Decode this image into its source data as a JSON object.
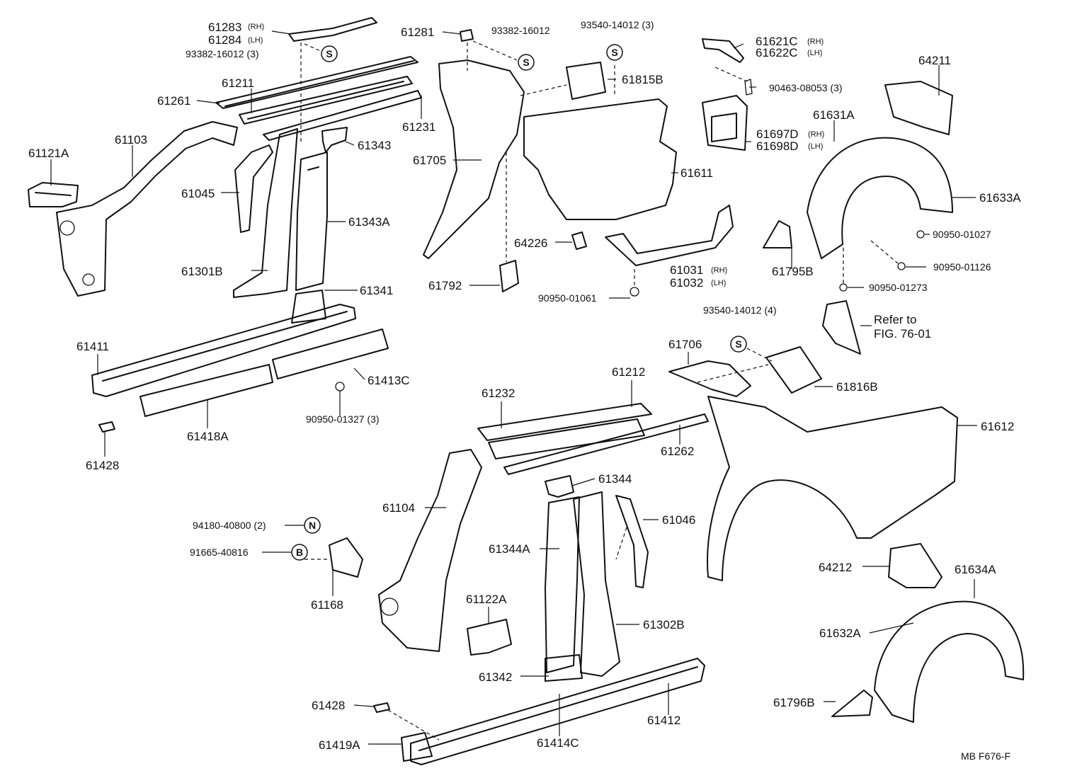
{
  "labels": {
    "p61283": "61283",
    "p61283_side": "(RH)",
    "p61284": "61284",
    "p61284_side": "(LH)",
    "p93382_a": "93382-16012 (3)",
    "p61281": "61281",
    "p93382_b": "93382-16012",
    "p93540_a": "93540-14012 (3)",
    "p61621c": "61621C",
    "p61621c_side": "(RH)",
    "p61622c": "61622C",
    "p61622c_side": "(LH)",
    "p64211": "64211",
    "p61211": "61211",
    "p61261": "61261",
    "p61231": "61231",
    "p61815b": "61815B",
    "p90463": "90463-08053 (3)",
    "p61631a": "61631A",
    "p61121a": "61121A",
    "p61103": "61103",
    "p61343": "61343",
    "p61705": "61705",
    "p61697d": "61697D",
    "p61697d_side": "(RH)",
    "p61698d": "61698D",
    "p61698d_side": "(LH)",
    "p61045": "61045",
    "p61611": "61611",
    "p61633a": "61633A",
    "p61343a": "61343A",
    "p90950_01027": "90950-01027",
    "p64226": "64226",
    "p61301b": "61301B",
    "p61031": "61031",
    "p61031_side": "(RH)",
    "p61032": "61032",
    "p61032_side": "(LH)",
    "p61795b": "61795B",
    "p90950_01126": "90950-01126",
    "p61792": "61792",
    "p61341": "61341",
    "p90950_01273": "90950-01273",
    "p90950_01061": "90950-01061",
    "p93540_b": "93540-14012 (4)",
    "refer_1": "Refer to",
    "refer_2": "FIG. 76-01",
    "p61411": "61411",
    "p61706": "61706",
    "p61413c": "61413C",
    "p61816b": "61816B",
    "p61232": "61232",
    "p61212": "61212",
    "p90950_01327": "90950-01327 (3)",
    "p61612": "61612",
    "p61418a": "61418A",
    "p61262": "61262",
    "p61428_a": "61428",
    "p61344": "61344",
    "p61104": "61104",
    "p61046": "61046",
    "p94180": "94180-40800 (2)",
    "p61344a": "61344A",
    "p91665": "91665-40816",
    "p64212": "64212",
    "p61634a": "61634A",
    "p61122a": "61122A",
    "p61168": "61168",
    "p61302b": "61302B",
    "p61632a": "61632A",
    "p61342": "61342",
    "p61428_b": "61428",
    "p61412": "61412",
    "p61796b": "61796B",
    "p61419a": "61419A",
    "p61414c": "61414C",
    "footer": "MB  F676-F"
  },
  "symbols": {
    "s1": "S",
    "s2": "S",
    "s3": "S",
    "s4": "S",
    "n1": "N",
    "b1": "B"
  }
}
